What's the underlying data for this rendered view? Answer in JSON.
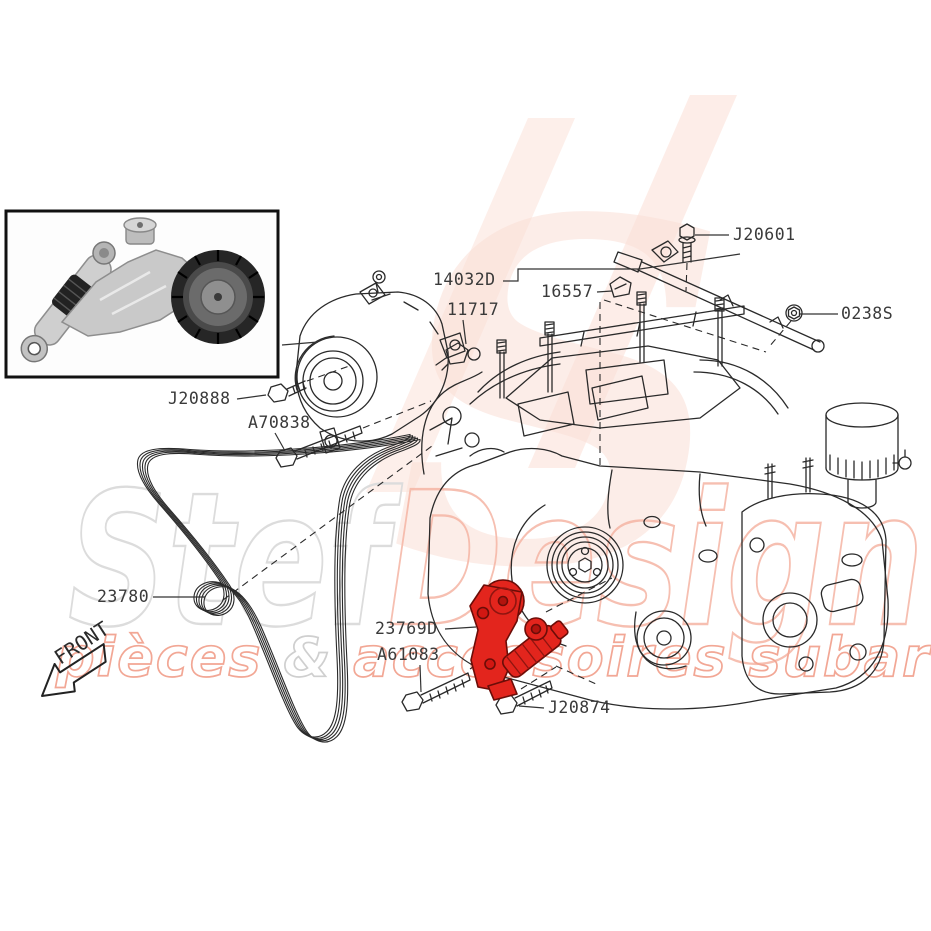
{
  "diagram_type": "exploded-parts-diagram",
  "colors": {
    "line": "#2a2a2a",
    "highlight_red": "#e3251d",
    "highlight_red_dark": "#b2140e",
    "watermark_gray": "#dcdcdc",
    "watermark_salmon": "#f5b5a4",
    "watermark_fill": "#fbdfd6"
  },
  "part_labels": [
    {
      "code": "J20601"
    },
    {
      "code": "14032D"
    },
    {
      "code": "16557"
    },
    {
      "code": "0238S"
    },
    {
      "code": "11717"
    },
    {
      "code": "J20888"
    },
    {
      "code": "A70838"
    },
    {
      "code": "23780"
    },
    {
      "code": "23769D"
    },
    {
      "code": "A61083"
    },
    {
      "code": "J20874"
    }
  ],
  "orientation": {
    "front_label": "FRONT"
  },
  "watermark": {
    "brand_left": "Stef",
    "brand_right": "Design",
    "tagline_pieces": "pièces ",
    "tagline_amp": "& ",
    "tagline_rest": "accessoires subaru"
  }
}
